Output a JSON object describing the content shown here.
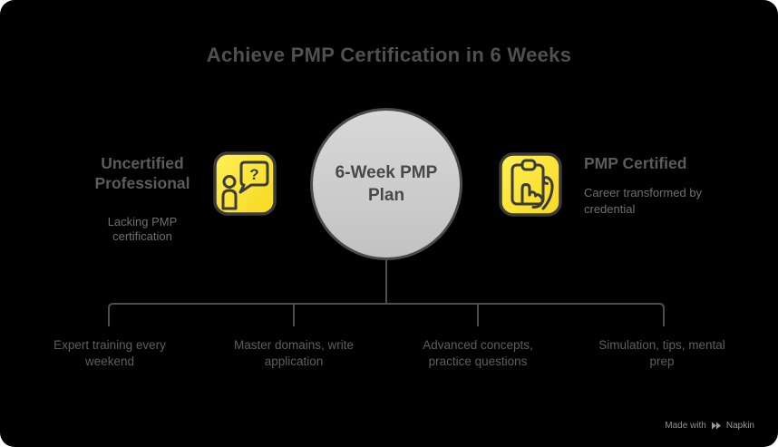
{
  "title": "Achieve PMP Certification in 6 Weeks",
  "center": {
    "label": "6-Week PMP Plan"
  },
  "left_node": {
    "heading": "Uncertified Professional",
    "description": "Lacking PMP certification",
    "icon": "person-question-icon",
    "question_mark": "?"
  },
  "right_node": {
    "heading": "PMP Certified",
    "description": "Career transformed by credential",
    "icon": "clipboard-hand-icon"
  },
  "branches": [
    {
      "label": "Expert training every weekend"
    },
    {
      "label": "Master domains, write application"
    },
    {
      "label": "Advanced concepts, practice questions"
    },
    {
      "label": "Simulation, tips, mental prep"
    }
  ],
  "footer": {
    "made_with": "Made with",
    "brand": "Napkin"
  },
  "colors": {
    "background": "#000000",
    "accent_yellow": "#FFE43C",
    "line_gray": "#4D4D4D",
    "circle_fill": "#CDCDCD",
    "title_text": "#505050",
    "heading_text": "#5C5C5C",
    "body_text": "#6F6F6F"
  }
}
